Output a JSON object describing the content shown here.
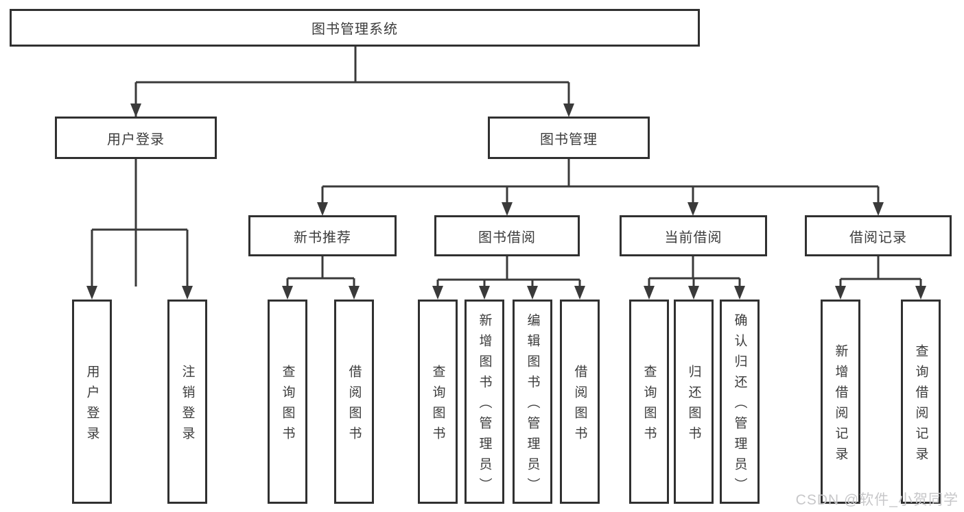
{
  "nodes": {
    "root": "图书管理系统",
    "user_login": "用户登录",
    "book_mgmt": "图书管理",
    "new_book": "新书推荐",
    "book_borrow": "图书借阅",
    "current_borrow": "当前借阅",
    "borrow_record": "借阅记录"
  },
  "leaves": {
    "user_login": [
      "用户登录",
      "注销登录"
    ],
    "new_book": [
      "查询图书",
      "借阅图书"
    ],
    "book_borrow": [
      "查询图书",
      "新增图书（管理员）",
      "编辑图书（管理员）",
      "借阅图书"
    ],
    "current_borrow": [
      "查询图书",
      "归还图书",
      "确认归还（管理员）"
    ],
    "borrow_record": [
      "新增借阅记录",
      "查询借阅记录"
    ]
  },
  "watermark": "CSDN @软件_小贺同学",
  "colors": {
    "line": "#3a3a3a",
    "border": "#303030",
    "text": "#3c3c3c",
    "background": "#ffffff",
    "watermark": "#c7c7c9"
  }
}
